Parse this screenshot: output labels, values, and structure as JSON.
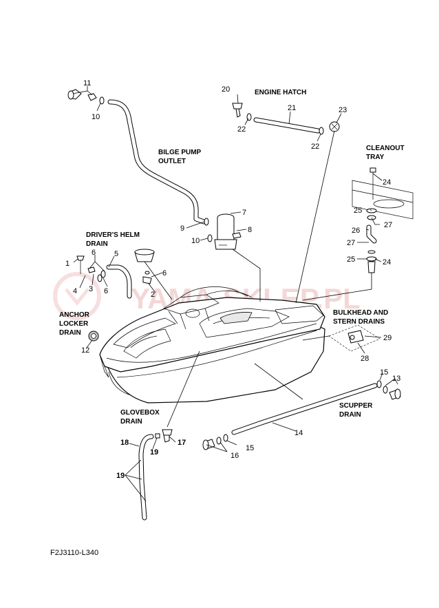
{
  "diagram": {
    "watermark": "YAMA-SKLEP.PL",
    "figure_code": "F2J3110-L340",
    "section_labels": {
      "engine_hatch": "ENGINE HATCH",
      "bilge_pump_outlet": [
        "BILGE PUMP",
        "OUTLET"
      ],
      "cleanout_tray": [
        "CLEANOUT",
        "TRAY"
      ],
      "drivers_helm_drain": [
        "DRIVER'S HELM",
        "DRAIN"
      ],
      "anchor_locker_drain": [
        "ANCHOR",
        "LOCKER",
        "DRAIN"
      ],
      "bulkhead_stern_drains": [
        "BULKHEAD AND",
        "STERN DRAINS"
      ],
      "glovebox_drain": [
        "GLOVEBOX",
        "DRAIN"
      ],
      "scupper_drain": [
        "SCUPPER",
        "DRAIN"
      ]
    },
    "callouts": {
      "c1": "1",
      "c2": "2",
      "c3": "3",
      "c4": "4",
      "c5": "5",
      "c6a": "6",
      "c6b": "6",
      "c6c": "6",
      "c7": "7",
      "c8": "8",
      "c9": "9",
      "c10a": "10",
      "c10b": "10",
      "c11": "11",
      "c12": "12",
      "c13": "13",
      "c14": "14",
      "c15a": "15",
      "c15b": "15",
      "c16": "16",
      "c17": "17",
      "c18": "18",
      "c19a": "19",
      "c19b": "19",
      "c20": "20",
      "c21": "21",
      "c22a": "22",
      "c22b": "22",
      "c23": "23",
      "c24a": "24",
      "c24b": "24",
      "c25a": "25",
      "c25b": "25",
      "c26": "26",
      "c27a": "27",
      "c27b": "27",
      "c28": "28",
      "c29": "29"
    }
  }
}
